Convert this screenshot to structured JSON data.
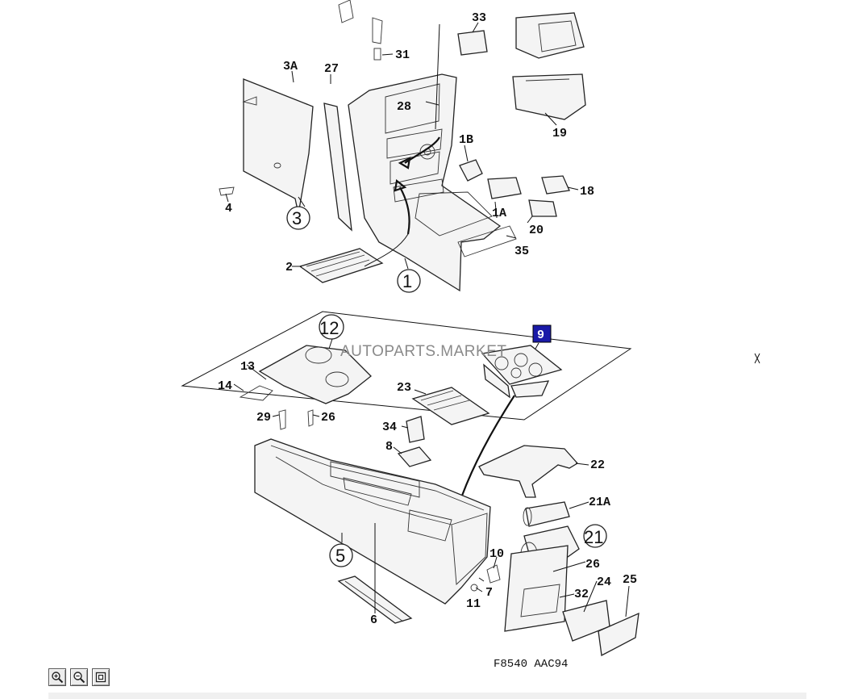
{
  "diagram": {
    "watermark": "AUTOPARTS.MARKET",
    "reference_code": "F8540  AAC94",
    "highlighted_label": "9",
    "colors": {
      "highlight_fill": "#1a1aa8",
      "highlight_text": "#ffffff",
      "line": "#222222"
    },
    "labels": {
      "l1": "1",
      "l1a": "1A",
      "l1b": "1B",
      "l2": "2",
      "l3": "3",
      "l3a": "3A",
      "l4": "4",
      "l5": "5",
      "l6": "6",
      "l7": "7",
      "l8": "8",
      "l10": "10",
      "l11": "11",
      "l12": "12",
      "l13": "13",
      "l14": "14",
      "l18": "18",
      "l19": "19",
      "l20": "20",
      "l21": "21",
      "l21a": "21A",
      "l22": "22",
      "l23": "23",
      "l24": "24",
      "l25": "25",
      "l26a": "26",
      "l26b": "26",
      "l27": "27",
      "l28": "28",
      "l29": "29",
      "l31": "31",
      "l32": "32",
      "l33": "33",
      "l34": "34",
      "l35": "35"
    }
  },
  "toolbar": {
    "zoom_in_icon": "magnifier-plus-icon",
    "zoom_out_icon": "magnifier-minus-icon",
    "fit_icon": "fit-frame-icon"
  }
}
